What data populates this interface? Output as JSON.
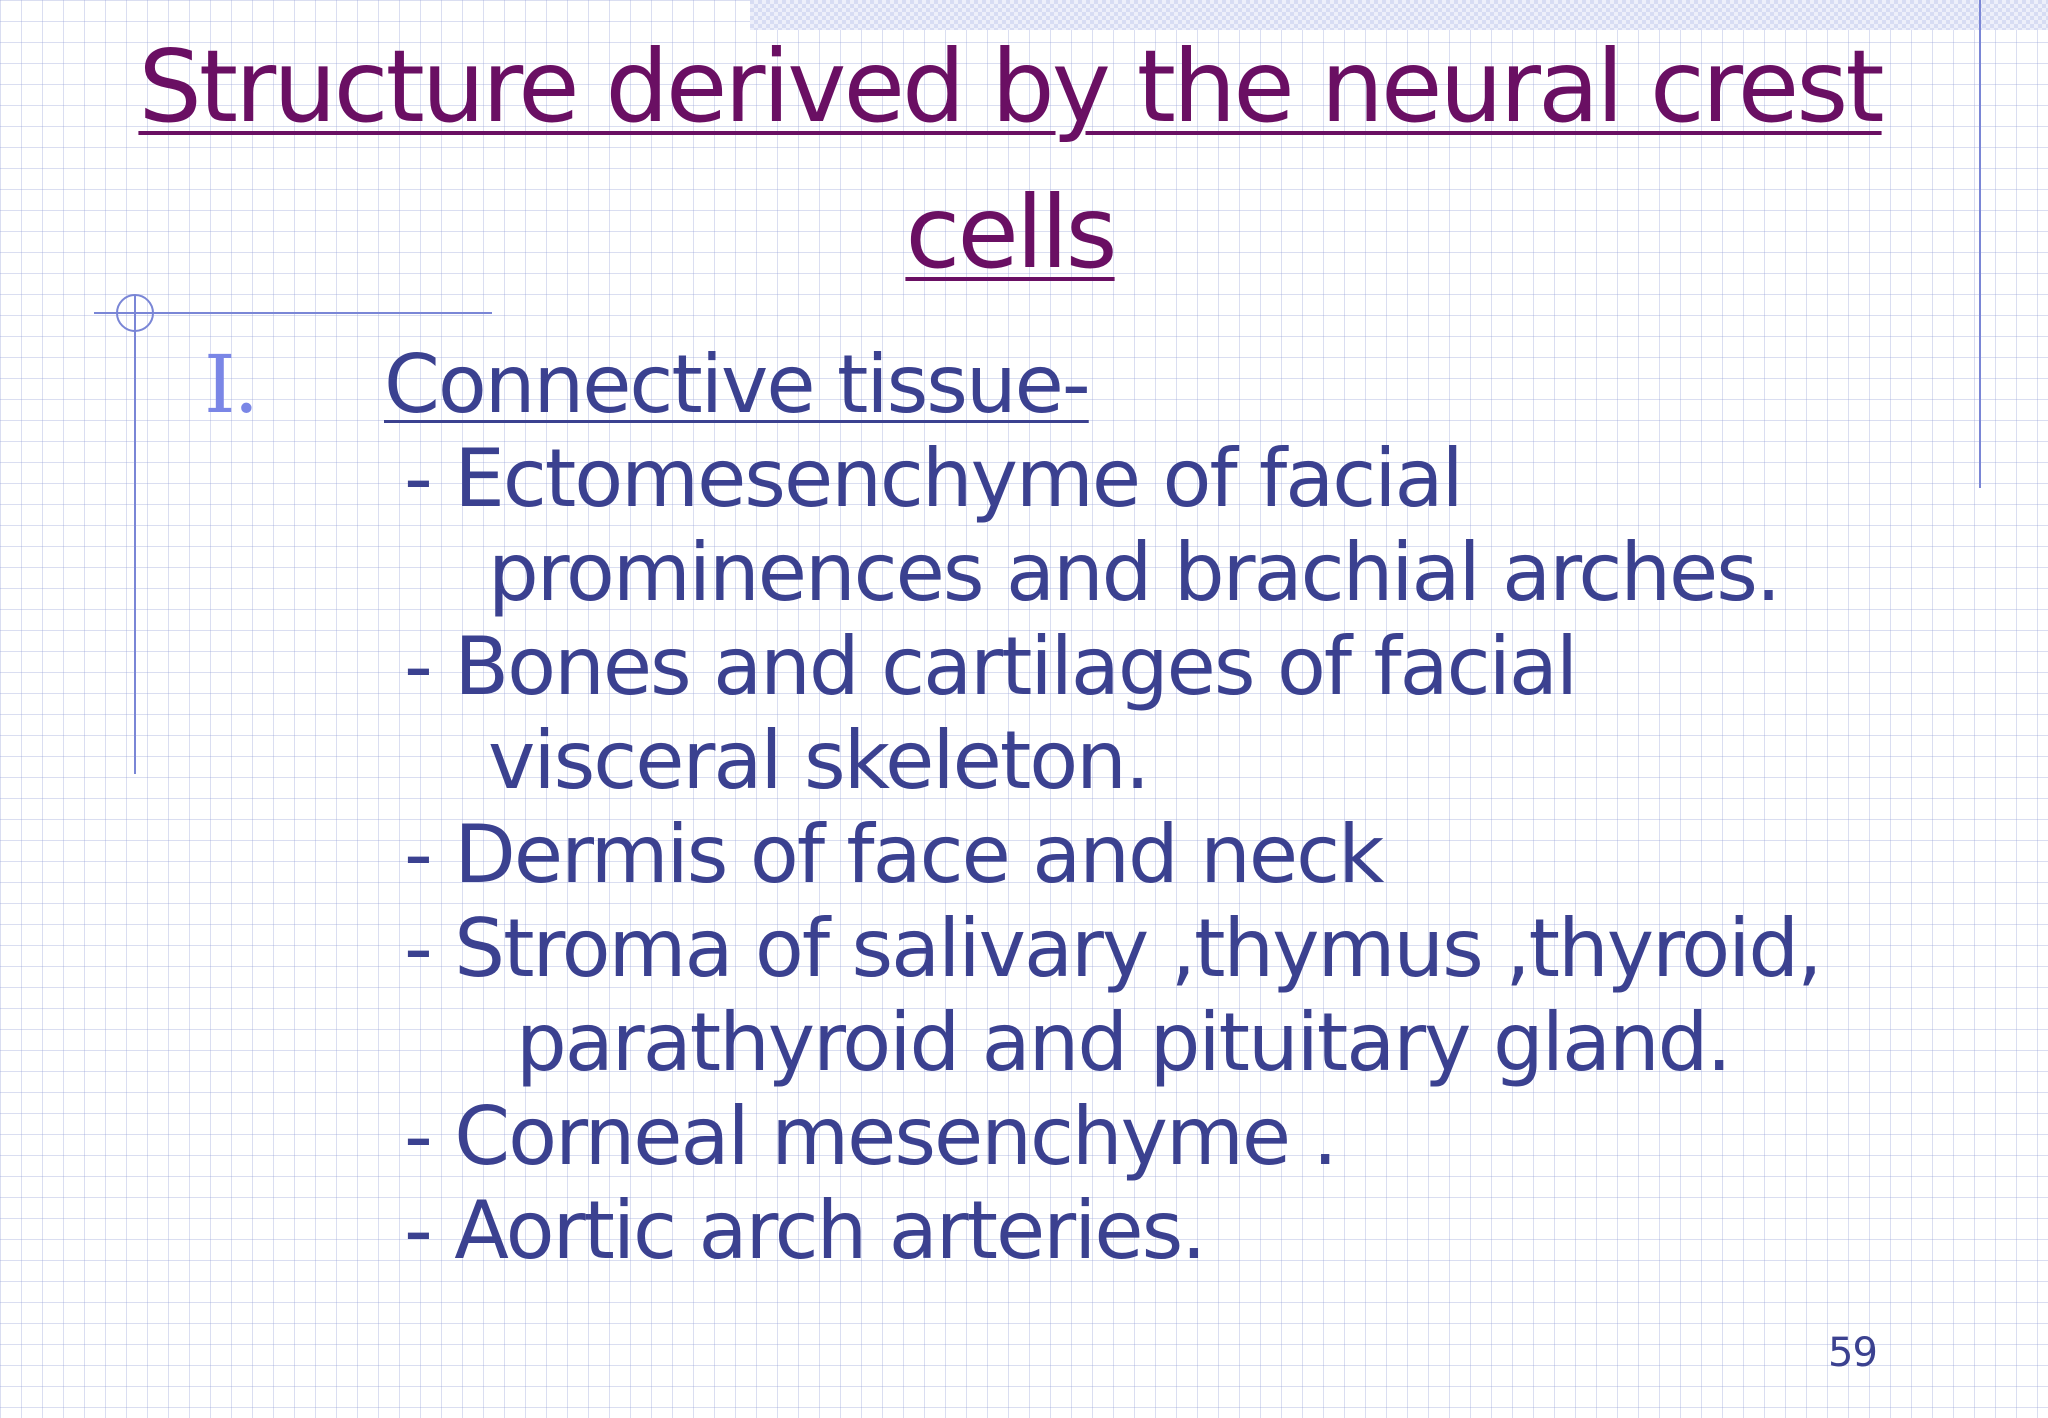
{
  "slide": {
    "title": "Structure derived by the neural crest cells",
    "section": {
      "number": "I.",
      "title": "Connective tissue-"
    },
    "items": [
      {
        "line1": "- Ectomesenchyme of facial",
        "line2": "prominences and brachial arches."
      },
      {
        "line1": "- Bones and cartilages of facial",
        "line2": "visceral skeleton."
      },
      {
        "line1": "- Dermis of face and neck",
        "line2": ""
      },
      {
        "line1": "- Stroma of salivary ,thymus ,thyroid,",
        "line2": "parathyroid and pituitary gland."
      },
      {
        "line1": "- Corneal mesenchyme .",
        "line2": ""
      },
      {
        "line1": "- Aortic arch arteries.",
        "line2": ""
      }
    ],
    "page_number": "59"
  },
  "colors": {
    "title": "#6a0f63",
    "body_text": "#3b4190",
    "section_number": "#7a86e6",
    "decor_lines": "#7a86d6",
    "grid": "#96a0d7"
  }
}
